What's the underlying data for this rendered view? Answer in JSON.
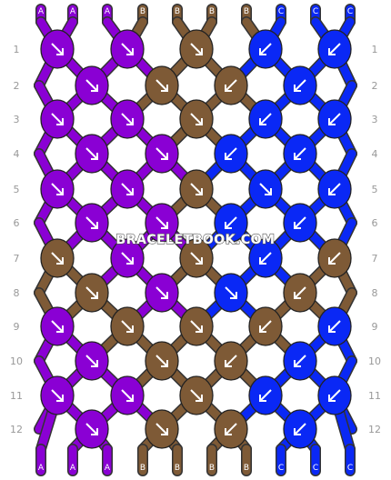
{
  "colors": {
    "A": "#8a00d4",
    "B": "#7e5a36",
    "C": "#0a28f5"
  },
  "strands": [
    "A",
    "A",
    "A",
    "B",
    "B",
    "B",
    "B",
    "C",
    "C",
    "C"
  ],
  "rows": [
    "1",
    "2",
    "3",
    "4",
    "5",
    "6",
    "7",
    "8",
    "9",
    "10",
    "11",
    "12"
  ],
  "watermark": "BRACELETBOOK.COM",
  "knots": [
    [
      {
        "c": "A",
        "d": "↘"
      },
      {
        "c": "A",
        "d": "↘"
      },
      {
        "c": "B",
        "d": "↘"
      },
      {
        "c": "C",
        "d": "↙"
      },
      {
        "c": "C",
        "d": "↙"
      }
    ],
    [
      {
        "c": "A",
        "d": "↘"
      },
      {
        "c": "B",
        "d": "↘"
      },
      {
        "c": "B",
        "d": "↙"
      },
      {
        "c": "C",
        "d": "↙"
      }
    ],
    [
      {
        "c": "A",
        "d": "↘"
      },
      {
        "c": "A",
        "d": "↘"
      },
      {
        "c": "B",
        "d": "↘"
      },
      {
        "c": "C",
        "d": "↙"
      },
      {
        "c": "C",
        "d": "↙"
      }
    ],
    [
      {
        "c": "A",
        "d": "↘"
      },
      {
        "c": "A",
        "d": "↘"
      },
      {
        "c": "C",
        "d": "↙"
      },
      {
        "c": "C",
        "d": "↙"
      }
    ],
    [
      {
        "c": "A",
        "d": "↘"
      },
      {
        "c": "A",
        "d": "↘"
      },
      {
        "c": "B",
        "d": "↘"
      },
      {
        "c": "C",
        "d": "↘"
      },
      {
        "c": "C",
        "d": "↙"
      }
    ],
    [
      {
        "c": "A",
        "d": "↘"
      },
      {
        "c": "A",
        "d": "↘"
      },
      {
        "c": "C",
        "d": "↙"
      },
      {
        "c": "C",
        "d": "↙"
      }
    ],
    [
      {
        "c": "B",
        "d": "↘"
      },
      {
        "c": "A",
        "d": "↘"
      },
      {
        "c": "B",
        "d": "↘"
      },
      {
        "c": "C",
        "d": "↙"
      },
      {
        "c": "B",
        "d": "↙"
      }
    ],
    [
      {
        "c": "B",
        "d": "↘"
      },
      {
        "c": "A",
        "d": "↘"
      },
      {
        "c": "C",
        "d": "↘"
      },
      {
        "c": "B",
        "d": "↙"
      }
    ],
    [
      {
        "c": "A",
        "d": "↘"
      },
      {
        "c": "B",
        "d": "↘"
      },
      {
        "c": "B",
        "d": "↘"
      },
      {
        "c": "B",
        "d": "↙"
      },
      {
        "c": "C",
        "d": "↙"
      }
    ],
    [
      {
        "c": "A",
        "d": "↘"
      },
      {
        "c": "B",
        "d": "↘"
      },
      {
        "c": "B",
        "d": "↙"
      },
      {
        "c": "C",
        "d": "↙"
      }
    ],
    [
      {
        "c": "A",
        "d": "↘"
      },
      {
        "c": "A",
        "d": "↘"
      },
      {
        "c": "B",
        "d": "↘"
      },
      {
        "c": "C",
        "d": "↙"
      },
      {
        "c": "C",
        "d": "↙"
      }
    ],
    [
      {
        "c": "A",
        "d": "↘"
      },
      {
        "c": "B",
        "d": "↘"
      },
      {
        "c": "B",
        "d": "↙"
      },
      {
        "c": "C",
        "d": "↙"
      }
    ]
  ]
}
